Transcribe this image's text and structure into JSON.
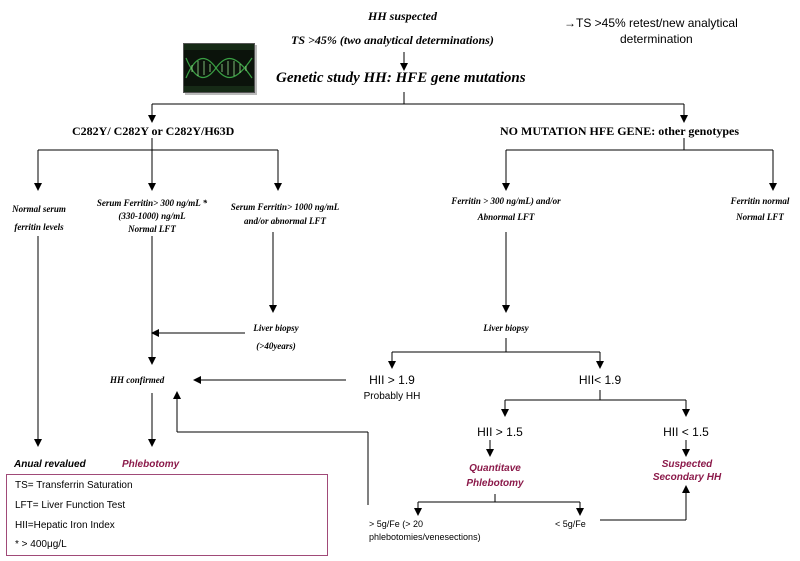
{
  "top": {
    "hh_suspected": "HH suspected",
    "ts_condition": "TS >45% (two analytical determinations)",
    "retest_line1": "→TS >45% retest/new analytical",
    "retest_line2": "determination",
    "genetic_study": "Genetic study HH: HFE gene mutations"
  },
  "left_branch": {
    "title": "C282Y/ C282Y or C282Y/H63D",
    "normal_ferritin_line1": "Normal serum",
    "normal_ferritin_line2": "ferritin levels",
    "ferritin300_line1": "Serum Ferritin> 300 ng/mL *",
    "ferritin300_line2": "(330-1000) ng/mL",
    "ferritin300_line3": "Normal LFT",
    "ferritin1000_line1": "Serum Ferritin> 1000 ng/mL",
    "ferritin1000_line2": "and/or abnormal LFT",
    "liver_biopsy_line1": "Liver biopsy",
    "liver_biopsy_line2": "(>40years)",
    "hh_confirmed": "HH confirmed",
    "anual_revalued": "Anual revalued",
    "phlebotomy": "Phlebotomy"
  },
  "right_branch": {
    "title": "NO MUTATION HFE GENE: other genotypes",
    "ferritin_abn_line1": "Ferritin > 300 ng/mL) and/or",
    "ferritin_abn_line2": "Abnormal LFT",
    "ferritin_normal_line1": "Ferritin normal",
    "ferritin_normal_line2": "Normal LFT",
    "liver_biopsy": "Liver biopsy",
    "hii_gt_19": "HII > 1.9",
    "probably_hh": "Probably HH",
    "hii_lt_19": "HII< 1.9",
    "hii_gt_15": "HII > 1.5",
    "hii_lt_15": "HII < 1.5",
    "quant_line1": "Quantitave",
    "quant_line2": "Phlebotomy",
    "suspected_line1": "Suspected",
    "suspected_line2": "Secondary HH",
    "gt5_line1": "> 5g/Fe (> 20",
    "gt5_line2": "phlebotomies/venesections)",
    "lt5": "< 5g/Fe"
  },
  "legend": {
    "ts": "TS= Transferrin Saturation",
    "lft": "LFT= Liver Function Test",
    "hii": "HII=Hepatic Iron Index",
    "footnote": "* > 400μg/L"
  },
  "colors": {
    "accent": "#8b1a4a",
    "legend_border": "#a04a78",
    "line": "#000000"
  }
}
